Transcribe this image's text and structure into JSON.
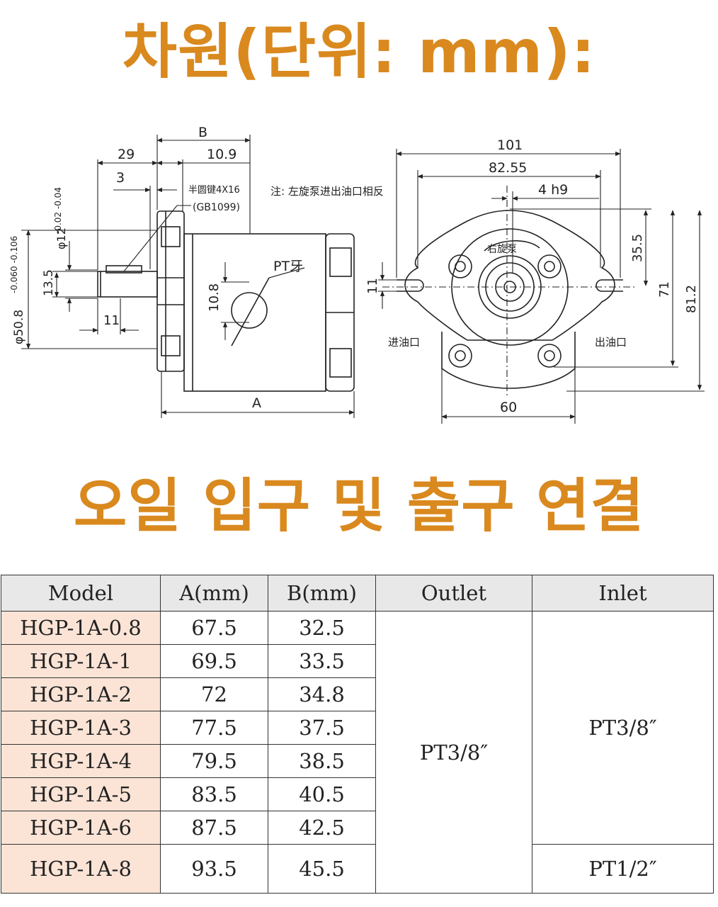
{
  "title_dimensions": "차원(단위: mm):",
  "title_connections": "오일 입구 및 출구 연결",
  "drawing": {
    "labels": {
      "B": "B",
      "A": "A",
      "d29": "29",
      "d10_9": "10.9",
      "d3": "3",
      "key": "半圆键4X16",
      "gb": "(GB1099)",
      "phi12": "φ12",
      "phi12_tol": "-0.02 -0.04",
      "phi50": "φ50.8",
      "phi50_tol": "-0.060 -0.106",
      "d13_5": "13.5",
      "d11_left": "11",
      "d10_8": "10.8",
      "pt": "PT牙",
      "note": "注: 左旋泵进出油口相反",
      "d101": "101",
      "d82_55": "82.55",
      "d4h9": "4 h9",
      "rot": "右旋泵",
      "d35_5": "35.5",
      "d71": "71",
      "d81_2": "81.2",
      "d11_right": "11",
      "inlet": "进油口",
      "outlet": "出油口",
      "d60": "60"
    }
  },
  "table": {
    "headers": [
      "Model",
      "A(mm)",
      "B(mm)",
      "Outlet",
      "Inlet"
    ],
    "rows": [
      {
        "model": "HGP-1A-0.8",
        "a": "67.5",
        "b": "32.5"
      },
      {
        "model": "HGP-1A-1",
        "a": "69.5",
        "b": "33.5"
      },
      {
        "model": "HGP-1A-2",
        "a": "72",
        "b": "34.8"
      },
      {
        "model": "HGP-1A-3",
        "a": "77.5",
        "b": "37.5"
      },
      {
        "model": "HGP-1A-4",
        "a": "79.5",
        "b": "38.5"
      },
      {
        "model": "HGP-1A-5",
        "a": "83.5",
        "b": "40.5"
      },
      {
        "model": "HGP-1A-6",
        "a": "87.5",
        "b": "42.5"
      },
      {
        "model": "HGP-1A-8",
        "a": "93.5",
        "b": "45.5"
      }
    ],
    "outlet_all": "PT3/8″",
    "inlet_main": "PT3/8″",
    "inlet_last": "PT1/2″"
  }
}
